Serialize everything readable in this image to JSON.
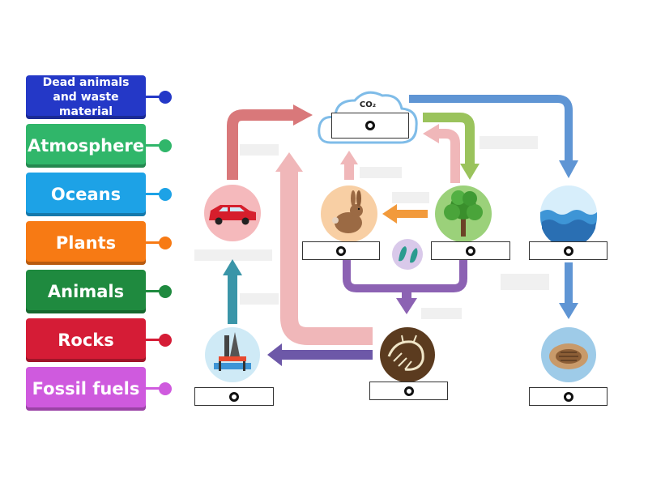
{
  "labels": [
    {
      "text": "Dead animals and waste material",
      "color": "#2438c7"
    },
    {
      "text": "Atmosphere",
      "color": "#30b66a"
    },
    {
      "text": "Oceans",
      "color": "#1da2e6"
    },
    {
      "text": "Plants",
      "color": "#f77a14"
    },
    {
      "text": "Animals",
      "color": "#1f8a3f"
    },
    {
      "text": "Rocks",
      "color": "#d51c36"
    },
    {
      "text": "Fossil fuels",
      "color": "#cf5ade"
    }
  ],
  "diagram": {
    "co2_label": "CO₂",
    "icons": [
      "cloud-co2-icon",
      "car-icon",
      "rabbit-icon",
      "tree-icon",
      "ocean-icon",
      "microbe-icon",
      "oil-rig-icon",
      "fossil-icon",
      "trilobite-rock-icon"
    ]
  },
  "colors": {
    "arrow_red": "#d9787a",
    "arrow_pink": "#f0b7b9",
    "arrow_green": "#9ac35c",
    "arrow_blue": "#5f95d4",
    "arrow_purple": "#8c62b3",
    "arrow_teal": "#3a95a8",
    "arrow_orange": "#f29a3b",
    "arrow_indigo": "#6d58a8"
  }
}
